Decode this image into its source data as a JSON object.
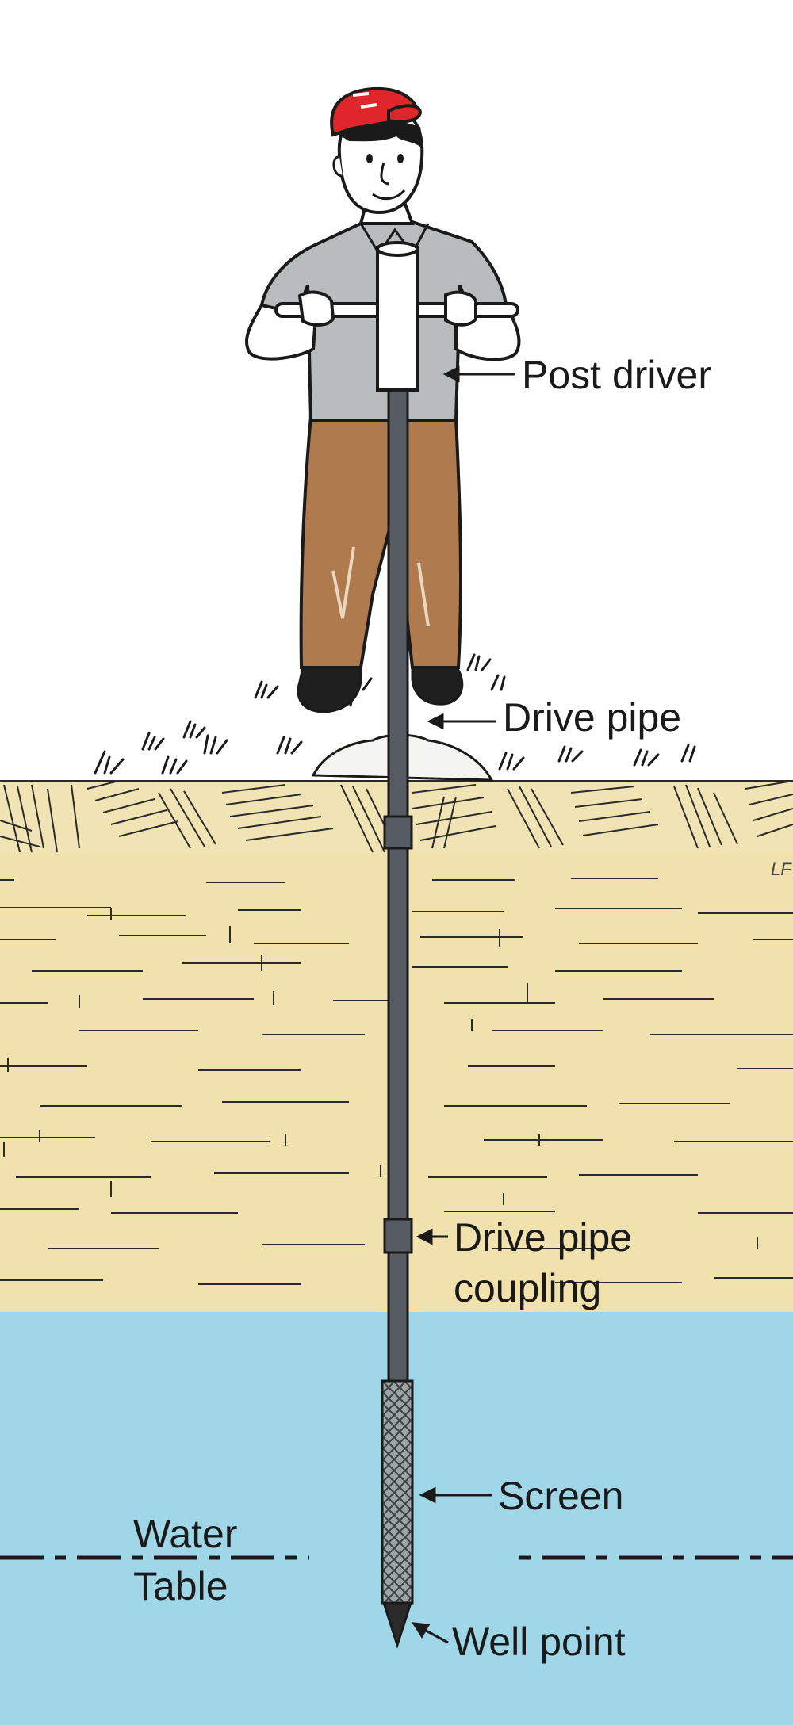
{
  "diagram": {
    "labels": {
      "post_driver": "Post driver",
      "drive_pipe": "Drive pipe",
      "coupling_line1": "Drive pipe",
      "coupling_line2": "coupling",
      "screen": "Screen",
      "water_line1": "Water",
      "water_line2": "Table",
      "well_point": "Well point"
    },
    "signature": "LF",
    "colors": {
      "sky": "#ffffff",
      "topsoil": "#f0e3b4",
      "subsoil": "#f0e1ad",
      "water": "#9fd6e8",
      "pipe": "#555b60",
      "hat": "#e0262b",
      "shirt": "#b9bcbf",
      "pants": "#b07a4f",
      "shoes": "#1f1f1f",
      "skin": "#ffffff",
      "line": "#1a1a1a"
    }
  }
}
